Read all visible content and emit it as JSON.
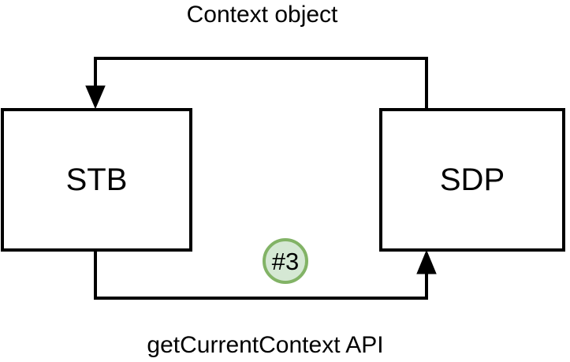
{
  "diagram": {
    "title_top": "Context object",
    "title_bottom": "getCurrentContext API",
    "nodes": [
      {
        "id": "stb",
        "label": "STB"
      },
      {
        "id": "sdp",
        "label": "SDP"
      }
    ],
    "badge": {
      "label": "#3",
      "fill_color": "#d5e8d4",
      "stroke_color": "#82b366"
    },
    "edges": [
      {
        "id": "context-object-edge",
        "from": "sdp",
        "to": "stb",
        "label": "Context object",
        "direction": "right-to-left",
        "stroke_color": "#000000"
      },
      {
        "id": "getcurrentcontext-edge",
        "from": "stb",
        "to": "sdp",
        "label": "getCurrentContext API",
        "direction": "left-to-right",
        "stroke_color": "#000000"
      }
    ],
    "stroke_color": "#000000",
    "background_color": "#ffffff"
  }
}
